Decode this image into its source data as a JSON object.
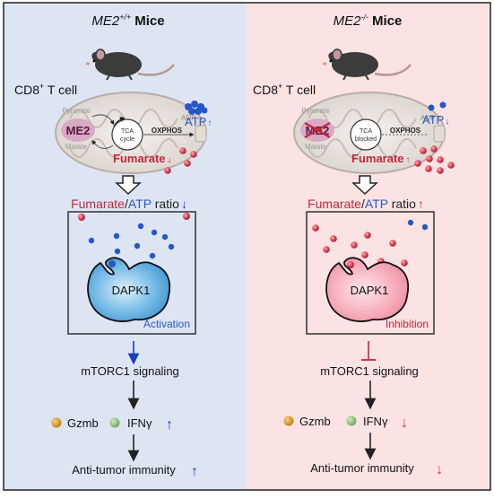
{
  "left": {
    "title_gene": "ME2",
    "title_sup": "+/+",
    "title_word": "Mice",
    "cell_label": "CD8",
    "cell_label_sup": "+",
    "cell_label_rest": " T cell",
    "mito": {
      "pyruvate": "Pyruvate",
      "malate": "Malate",
      "me2": "ME2",
      "tca_line1": "TCA",
      "tca_line2": "cycle",
      "oxphos": "OXPHOS",
      "adp": "ADP",
      "atp": "ATP",
      "atp_arrow": "↑",
      "fumarate": "Fumarate",
      "fumarate_arrow": "↓"
    },
    "ratio": {
      "fumarate": "Fumarate",
      "slash": "/",
      "atp": "ATP",
      "word": " ratio",
      "arrow": "↓"
    },
    "dapk1": "DAPK1",
    "state": "Activation",
    "mtorc1": "mTORC1 signaling",
    "gzmb": "Gzmb",
    "ifng": "IFNγ",
    "ifng_arrow": "↑",
    "immunity": "Anti-tumor immunity",
    "immunity_arrow": "↑"
  },
  "right": {
    "title_gene": "ME2",
    "title_sup": "-/-",
    "title_word": "Mice",
    "cell_label": "CD8",
    "cell_label_sup": "+",
    "cell_label_rest": " T cell",
    "mito": {
      "pyruvate": "Pyruvate",
      "malate": "Malate",
      "me2": "ME2",
      "tca_line1": "TCA",
      "tca_line2": "blocked",
      "oxphos": "OXPHOS",
      "adp": "ADP",
      "atp": "ATP",
      "atp_arrow": "↓",
      "fumarate": "Fumarate",
      "fumarate_arrow": "↑"
    },
    "ratio": {
      "fumarate": "Fumarate",
      "slash": "/",
      "atp": "ATP",
      "word": " ratio",
      "arrow": "↑"
    },
    "dapk1": "DAPK1",
    "state": "Inhibition",
    "mtorc1": "mTORC1 signaling",
    "gzmb": "Gzmb",
    "ifng": "IFNγ",
    "ifng_arrow": "↓",
    "immunity": "Anti-tumor immunity",
    "immunity_arrow": "↓"
  },
  "colors": {
    "left_bg": "#dde5f3",
    "right_bg": "#fbe3e3",
    "atp_blue": "#2757c6",
    "fumarate_red": "#c3263b",
    "down_red": "#c0393b",
    "up_blue": "#1d3fb8",
    "dapk1_blue": "#4aa2d9",
    "dapk1_pink": "#f6a0ae",
    "gzmb_orange": "#d08a1c",
    "ifng_green": "#7cb86a"
  },
  "icons": [
    "mouse-icon",
    "mitochondrion-icon",
    "dapk1-protein-icon"
  ]
}
